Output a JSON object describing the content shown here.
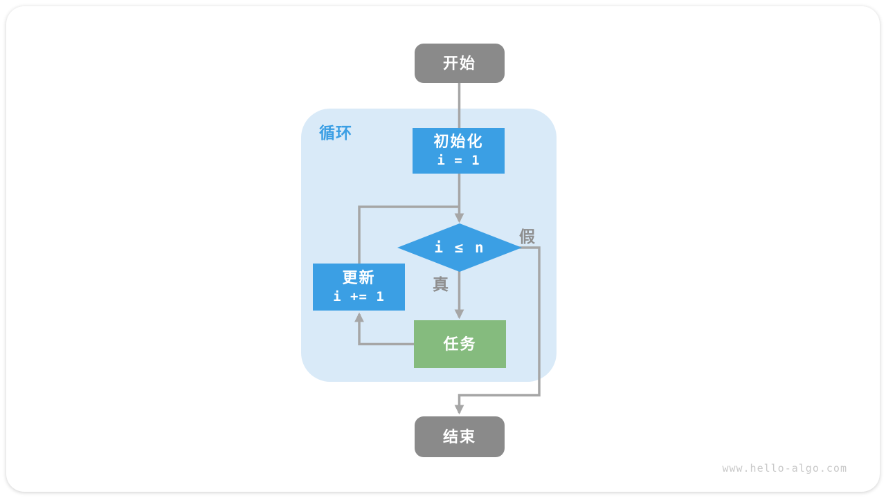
{
  "colors": {
    "blue": "#3B9FE4",
    "green": "#85BB7E",
    "gray": "#8A8A8A",
    "loop_bg": "#D9EAF8",
    "line": "#A6A6A6",
    "label_gray": "#8E8E8E",
    "watermark_gray": "#C9C9C9"
  },
  "flowchart": {
    "start": "开始",
    "loop_label": "循环",
    "init": {
      "title": "初始化",
      "code": "i = 1"
    },
    "condition": "i ≤ n",
    "branch_true": "真",
    "branch_false": "假",
    "task": "任务",
    "update": {
      "title": "更新",
      "code": "i += 1"
    },
    "end": "结束"
  },
  "page": {
    "watermark": "www.hello-algo.com"
  }
}
